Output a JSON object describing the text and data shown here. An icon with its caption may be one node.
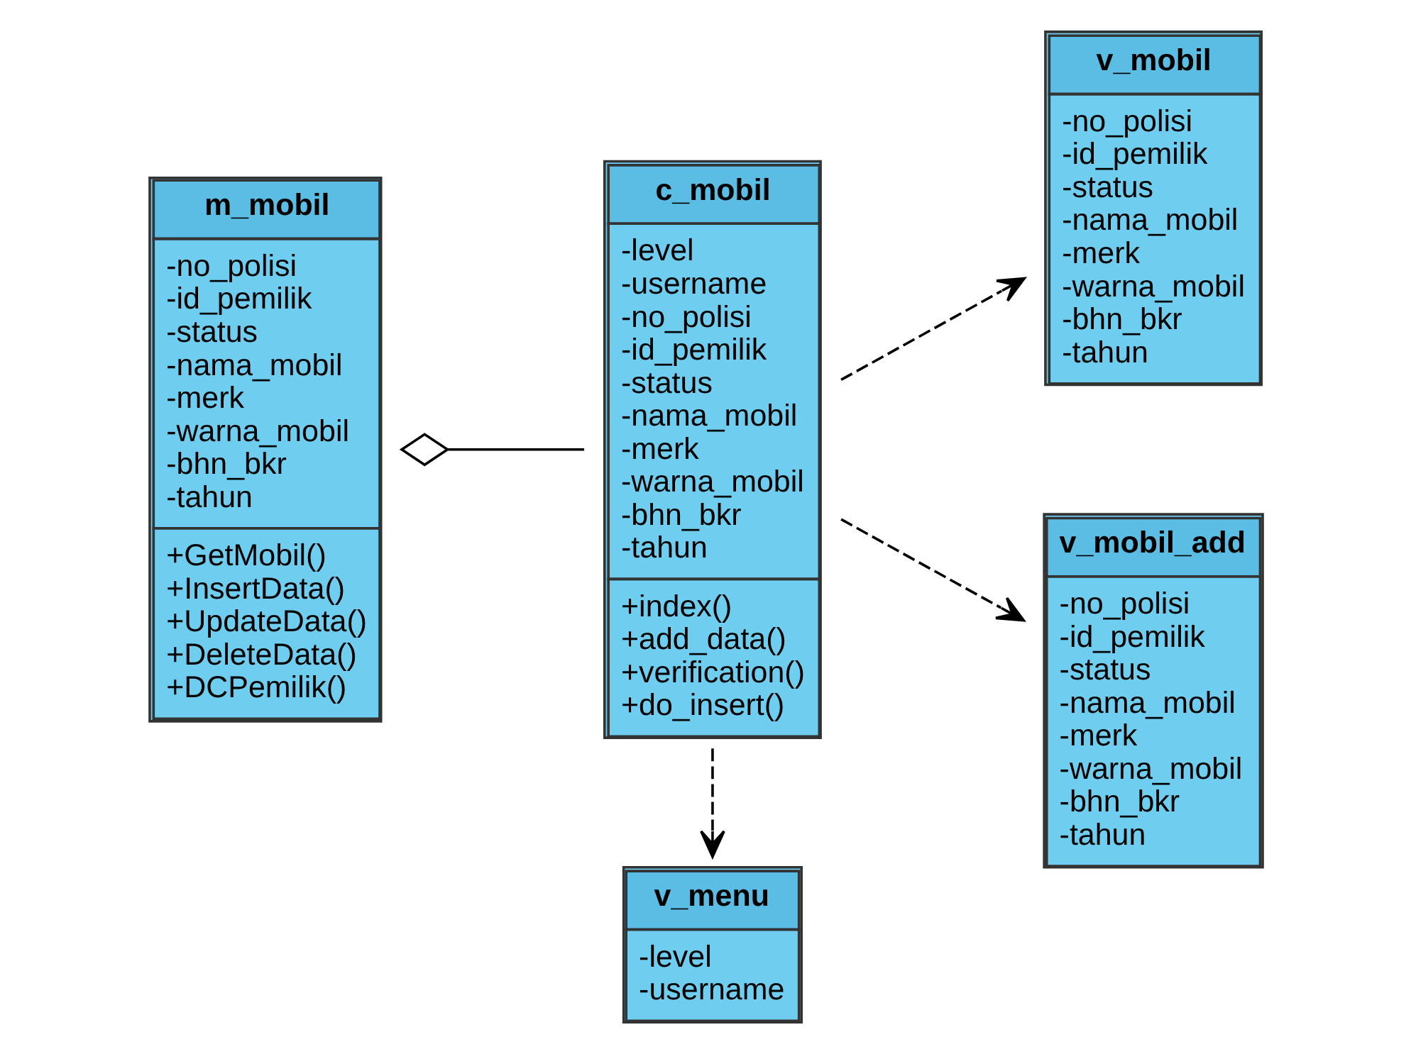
{
  "diagram": {
    "nodes": [
      {
        "text": [
          "v_menu",
          "-level -username"
        ]
      },
      {
        "text": [
          "v_mobil",
          "-no_polisi -id_pemilik -status -nama_mobil -merk -warna_mobil -bhn_bkr -tahun"
        ]
      },
      {
        "text": [
          "m_mobil",
          "-no_polisi -id_pemilik -status -nama_mobil -merk -warna_mobil -bhn_bkr -tahun",
          "+GetMobil() +InsertData() +UpdateData() +DeleteData() +DCPemilik()"
        ]
      },
      {
        "text": [
          "c_mobil",
          "-level -username -no_polisi -id_pemilik -status -nama_mobil -merk -warna_mobil -bhn_bkr -tahun",
          "+index() +add_data() +verification() +do_insert()"
        ]
      },
      {
        "text": [
          "v_mobil_add",
          "-no_polisi -id_pemilik -status -nama_mobil -merk -warna_mobil -bhn_bkr -tahun"
        ]
      }
    ],
    "edges": [
      {
        "from": 3,
        "to": 0,
        "arrow": "to",
        "style": "dashed"
      },
      {
        "from": 3,
        "to": 1,
        "arrow": "to",
        "style": "dashed"
      },
      {
        "from": 3,
        "to": 4,
        "arrow": "to",
        "style": "dashed"
      },
      {
        "from": 2,
        "to": 3,
        "arrow": "other"
      }
    ]
  }
}
